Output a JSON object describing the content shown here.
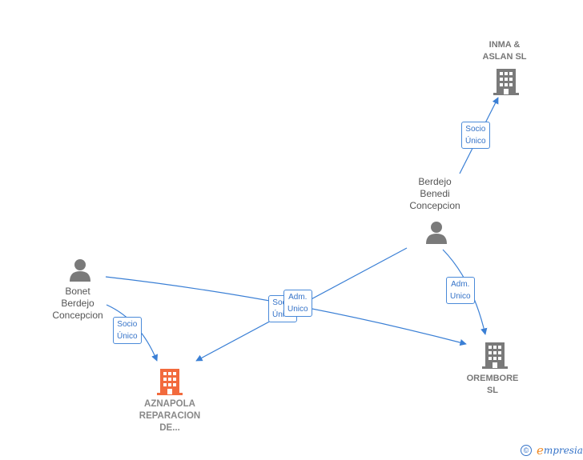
{
  "nodes": {
    "inma": {
      "lines": [
        "INMA &",
        "ASLAN SL"
      ],
      "icon": "building-icon",
      "color": "#7a7a7a"
    },
    "berdejo_benedi": {
      "lines": [
        "Berdejo",
        "Benedi",
        "Concepcion"
      ],
      "icon": "person-icon",
      "color": "#7a7a7a"
    },
    "bonet": {
      "lines": [
        "Bonet",
        "Berdejo",
        "Concepcion"
      ],
      "icon": "person-icon",
      "color": "#7a7a7a"
    },
    "orembore": {
      "lines": [
        "OREMBORE",
        "SL"
      ],
      "icon": "building-icon",
      "color": "#7a7a7a"
    },
    "aznapola": {
      "lines": [
        "AZNAPOLA",
        "REPARACION",
        "DE..."
      ],
      "icon": "building-icon",
      "color": "#f26a3d"
    }
  },
  "edges": {
    "benedi_inma": {
      "lines": [
        "Socio",
        "Único"
      ]
    },
    "benedi_orembore": {
      "lines": [
        "Adm.",
        "Unico"
      ]
    },
    "bonet_aznapola": {
      "lines": [
        "Socio",
        "Único"
      ]
    },
    "bonet_orembore": {
      "lines": [
        "Socio",
        "Único"
      ]
    },
    "benedi_aznapola": {
      "lines": [
        "Adm.",
        "Unico"
      ]
    }
  },
  "edge_color": "#3a7fd5",
  "brand": {
    "copyright": "©",
    "e": "e",
    "rest": "mpresia"
  }
}
